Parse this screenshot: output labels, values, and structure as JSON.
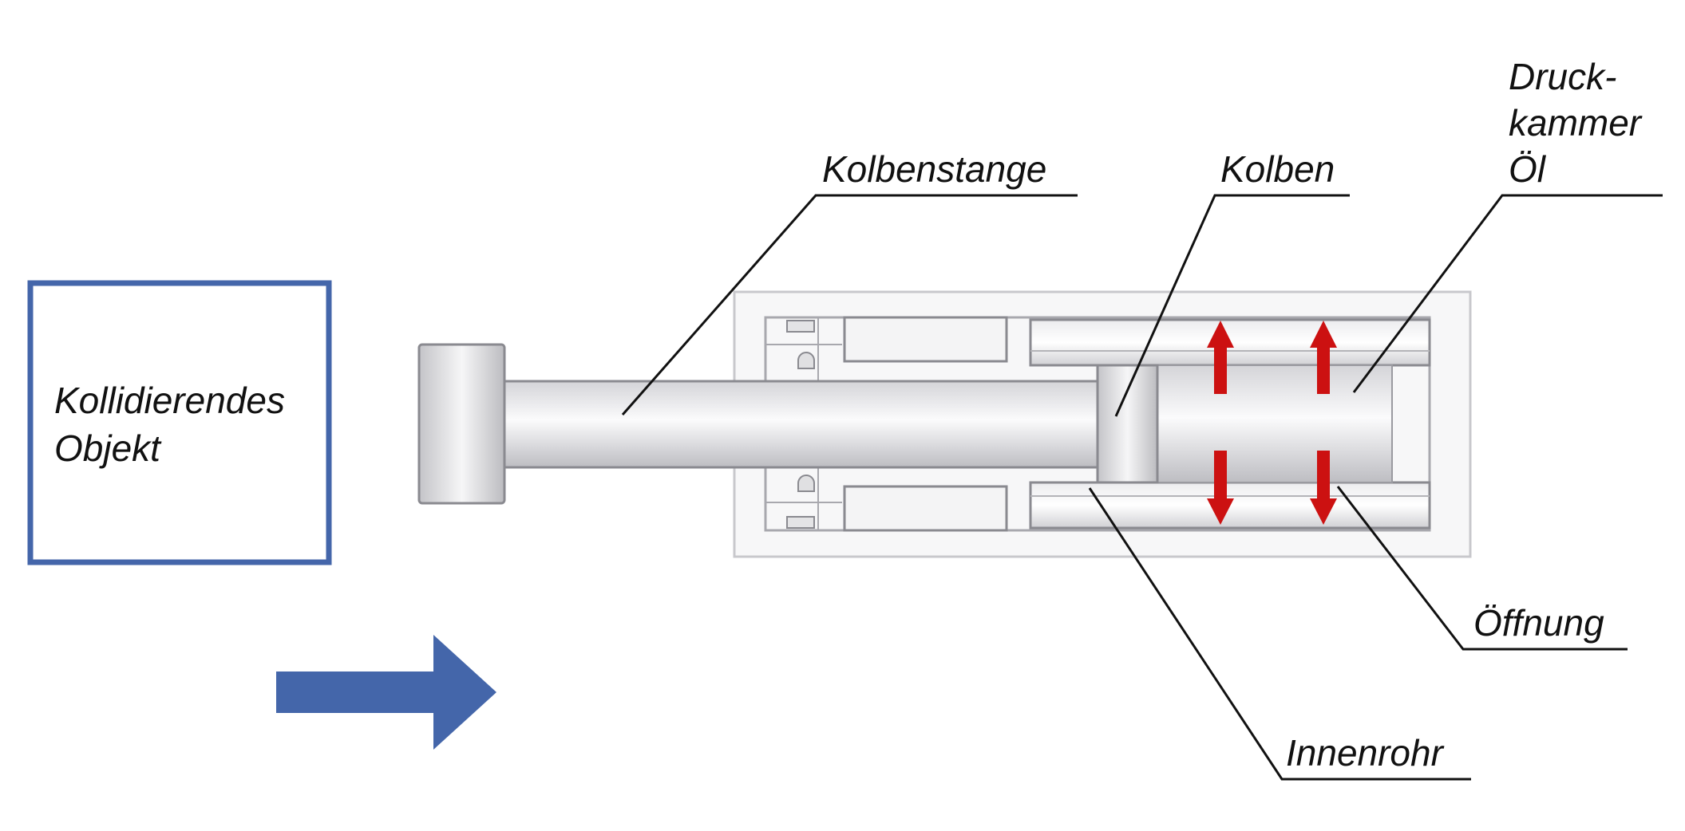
{
  "colors": {
    "object_frame": "#4466aa",
    "impact_arrow": "#4466aa",
    "flow_arrows": "#cc1111",
    "leader_lines": "#111111",
    "housing": "#c8c8cc"
  },
  "labels": {
    "object_line1": "Kollidierendes",
    "object_line2": "Objekt",
    "piston_rod": "Kolbenstange",
    "piston": "Kolben",
    "chamber_line1": "Druck-",
    "chamber_line2": "kammer",
    "chamber_line3": "Öl",
    "orifice": "Öffnung",
    "inner_tube": "Innenrohr"
  }
}
